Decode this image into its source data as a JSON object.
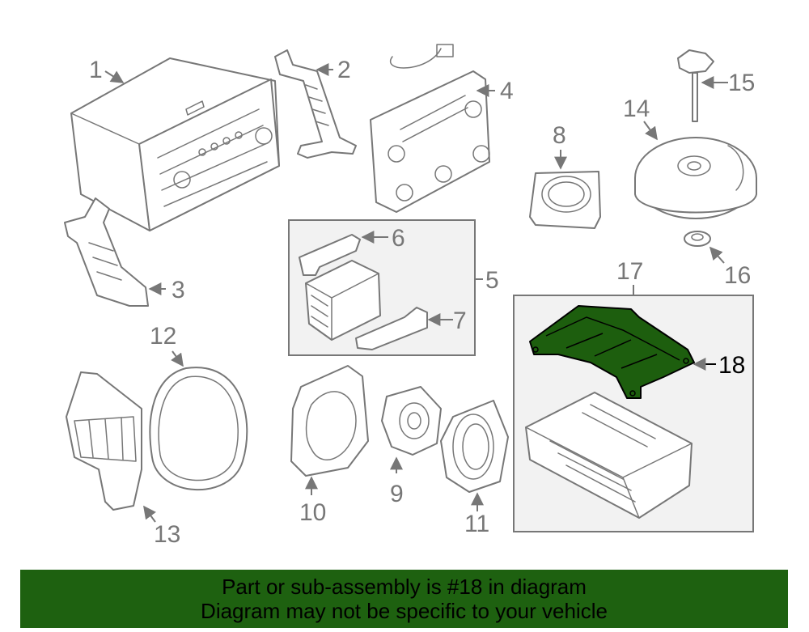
{
  "callouts": [
    "1",
    "2",
    "3",
    "4",
    "5",
    "6",
    "7",
    "8",
    "9",
    "10",
    "11",
    "12",
    "13",
    "14",
    "15",
    "16",
    "17",
    "18"
  ],
  "highlighted_part": "18",
  "colors": {
    "highlight": "#1d5e0e",
    "banner": "#1e6110",
    "line": "#777777"
  },
  "banner": {
    "line1": "Part or sub-assembly is #18 in diagram",
    "line2": "Diagram may not be specific to your vehicle"
  }
}
